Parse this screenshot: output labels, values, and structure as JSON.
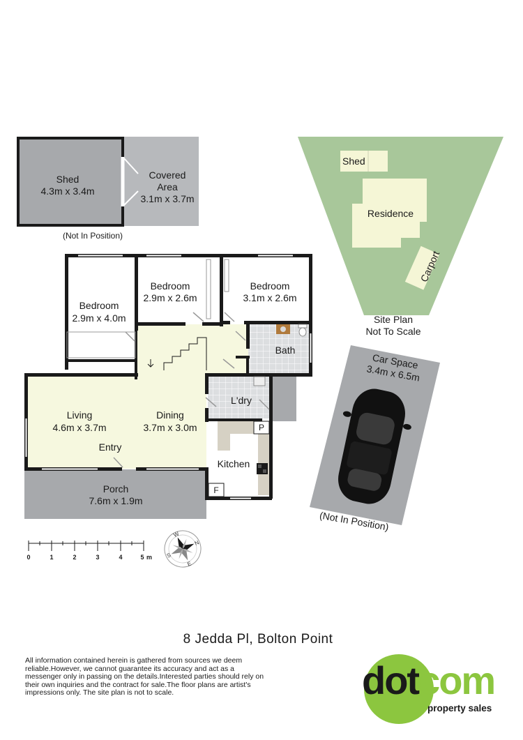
{
  "outbuilding": {
    "shed": {
      "name": "Shed",
      "size": "4.3m x 3.4m"
    },
    "covered_area": {
      "name_line1": "Covered",
      "name_line2": "Area",
      "size": "3.1m x 3.7m"
    },
    "note": "(Not In Position)"
  },
  "site_plan": {
    "shed": "Shed",
    "residence": "Residence",
    "carport": "Carport",
    "caption_line1": "Site Plan",
    "caption_line2": "Not To Scale"
  },
  "car_space": {
    "name": "Car Space",
    "size": "3.4m x 6.5m",
    "note": "(Not In Position)"
  },
  "rooms": {
    "bedroom1": {
      "name": "Bedroom",
      "size": "2.9m x 4.0m"
    },
    "bedroom2": {
      "name": "Bedroom",
      "size": "2.9m x 2.6m"
    },
    "bedroom3": {
      "name": "Bedroom",
      "size": "3.1m x 2.6m"
    },
    "bath": {
      "name": "Bath"
    },
    "laundry": {
      "name": "L'dry"
    },
    "living": {
      "name": "Living",
      "size": "4.6m x 3.7m"
    },
    "dining": {
      "name": "Dining",
      "size": "3.7m x 3.0m"
    },
    "entry": {
      "name": "Entry"
    },
    "kitchen": {
      "name": "Kitchen",
      "pantry": "P",
      "fridge": "F"
    },
    "porch": {
      "name": "Porch",
      "size": "7.6m x 1.9m"
    }
  },
  "scale_bar": {
    "ticks": [
      "0",
      "1",
      "2",
      "3",
      "4",
      "5"
    ],
    "unit": "m"
  },
  "compass": {
    "n": "N",
    "e": "E",
    "s": "S",
    "w": "W"
  },
  "address": "8 Jedda Pl, Bolton Point",
  "disclaimer": "All information contained herein is gathered from sources we deem reliable.However, we cannot guarantee its accuracy and act as a messenger only in passing on the details.Interested parties should rely on their own inquiries and the contract for sale.The floor plans are artist's impressions only. The site plan is not to scale.",
  "logo": {
    "part1": "dot",
    "part2": "com",
    "tagline": "property sales"
  },
  "colors": {
    "wall": "#1a1a1a",
    "grey_area": "#a7a9ac",
    "site_green": "#a8c79a",
    "building_fill": "#f5f6d6",
    "hall_fill": "#f6f8df",
    "wet_tile": "#d8dadc",
    "brand_green": "#8cc63f"
  }
}
